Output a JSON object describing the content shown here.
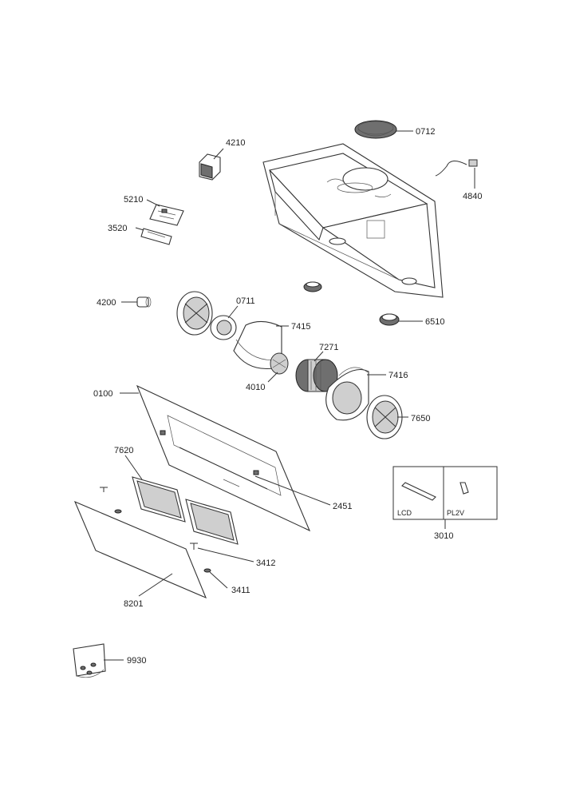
{
  "parts": [
    {
      "id": "p0712",
      "label": "0712"
    },
    {
      "id": "p4210",
      "label": "4210"
    },
    {
      "id": "p4840",
      "label": "4840"
    },
    {
      "id": "p5210",
      "label": "5210"
    },
    {
      "id": "p3520",
      "label": "3520"
    },
    {
      "id": "p4200",
      "label": "4200"
    },
    {
      "id": "p0711",
      "label": "0711"
    },
    {
      "id": "p7415",
      "label": "7415"
    },
    {
      "id": "p6510",
      "label": "6510"
    },
    {
      "id": "p7271",
      "label": "7271"
    },
    {
      "id": "p4010",
      "label": "4010"
    },
    {
      "id": "p7416",
      "label": "7416"
    },
    {
      "id": "p0100",
      "label": "0100"
    },
    {
      "id": "p7650",
      "label": "7650"
    },
    {
      "id": "p7620",
      "label": "7620"
    },
    {
      "id": "p2451",
      "label": "2451"
    },
    {
      "id": "p3010",
      "label": "3010"
    },
    {
      "id": "p3412",
      "label": "3412"
    },
    {
      "id": "p3411",
      "label": "3411"
    },
    {
      "id": "p8201",
      "label": "8201"
    },
    {
      "id": "p9930",
      "label": "9930"
    }
  ],
  "kit_box": {
    "lcd_label": "LCD",
    "pl2v_label": "PL2V"
  }
}
